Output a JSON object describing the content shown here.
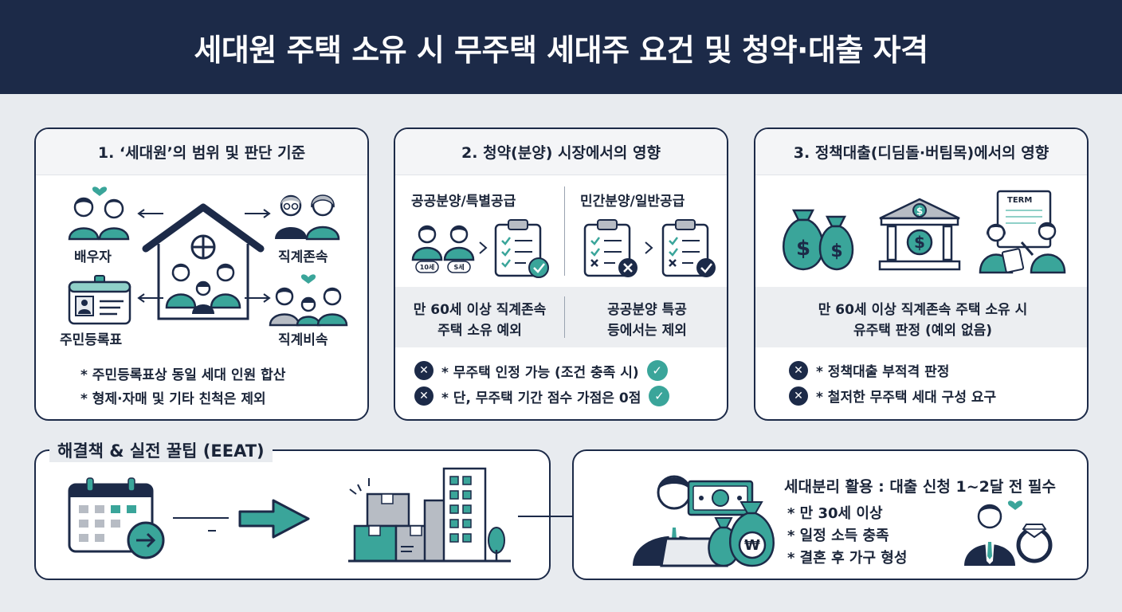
{
  "header": {
    "title": "세대원 주택 소유 시 무주택 세대주 요건 및 청약·대출 자격"
  },
  "panel1": {
    "title": "1. ‘세대원’의 범위 및 판단 기준",
    "labels": {
      "spouse": "배우자",
      "ascendant": "직계존속",
      "resident_reg": "주민등록표",
      "descendant": "직계비속"
    },
    "notes": [
      "* 주민등록표상 동일 세대 인원 합산",
      "* 형제·자매 및 기타 친척은 제외"
    ]
  },
  "panel2": {
    "title": "2. 청약(분양) 시장에서의 영향",
    "left_heading": "공공분양/특별공급",
    "right_heading": "민간분양/일반공급",
    "badges": [
      "10세",
      "S세"
    ],
    "left_desc": [
      "만 60세 이상 직계존속",
      "주택 소유 예외"
    ],
    "right_desc": [
      "공공분양 특공",
      "등에서는 제외"
    ],
    "bullets": [
      "* 무주택 인정 가능 (조건 충족 시)",
      "* 단, 무주택 기간 점수 가점은 0점"
    ]
  },
  "panel3": {
    "title": "3. 정책대출(디딤돌·버팀목)에서의 영향",
    "term_label": "TERM",
    "desc": [
      "만 60세 이상 직계존속 주택 소유 시",
      "유주택 판정 (예외 없음)"
    ],
    "bullets": [
      "* 정책대출 부적격 판정",
      "* 철저한 무주택 세대 구성 요구"
    ]
  },
  "bottom": {
    "section_title": "해결책 & 실전 꿀팁 (EEAT)",
    "tip_title": "세대분리 활용 : 대출 신청 1~2달 전 필수",
    "tips": [
      "* 만 30세 이상",
      "* 일정 소득 충족",
      "* 결혼 후 가구 형성"
    ],
    "won_symbol": "₩"
  },
  "colors": {
    "navy": "#1c2a48",
    "teal": "#3aa59a",
    "light_teal": "#8fd0c8",
    "gray": "#b7bcc4"
  }
}
